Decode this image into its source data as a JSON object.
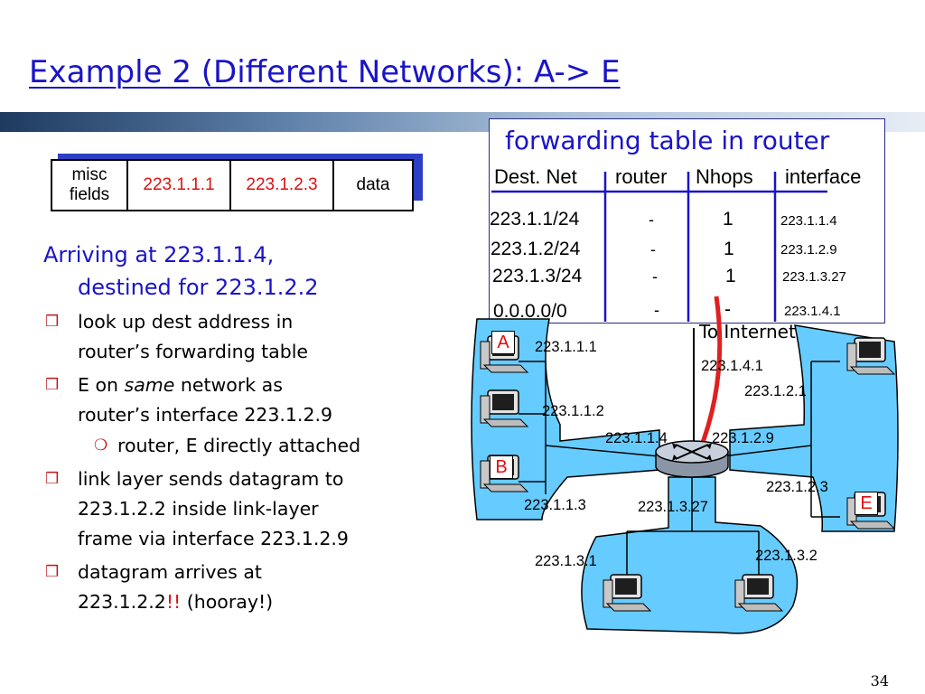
{
  "title": "Example 2 (Different Networks): A-> E",
  "datagram": {
    "misc_line1": "misc",
    "misc_line2": "fields",
    "source": "223.1.1.1",
    "dest": "223.1.2.3",
    "payload": "data"
  },
  "body": {
    "lead_line1": "Arriving at 223.1.1.4,",
    "lead_line2": "destined for 223.1.2.2",
    "bullet1_line1": "look up dest address in",
    "bullet1_line2": "router’s forwarding table",
    "bullet2_line1_a": "E on ",
    "bullet2_line1_em": "same",
    "bullet2_line1_b": " network as",
    "bullet2_line2": "router’s interface 223.1.2.9",
    "sub1": "router, E directly attached",
    "bullet3_line1": "link layer sends datagram to",
    "bullet3_line2": "223.1.2.2 inside link-layer",
    "bullet3_line3": "frame via interface 223.1.2.9",
    "bullet4_line1": "datagram arrives at",
    "bullet4_line2_a": "223.1.2.2",
    "bullet4_line2_bang": "!!",
    "bullet4_line2_b": " (hooray!)"
  },
  "forwarding_table": {
    "title": "forwarding table in router",
    "headers": {
      "dest_net": "Dest. Net",
      "router": "router",
      "nhops": "Nhops",
      "interface": "interface"
    },
    "rows": [
      {
        "dest": "223.1.1/24",
        "router": "-",
        "nhops": "1",
        "interface": "223.1.1.4"
      },
      {
        "dest": "223.1.2/24",
        "router": "-",
        "nhops": "1",
        "interface": "223.1.2.9"
      },
      {
        "dest": "223.1.3/24",
        "router": "-",
        "nhops": "1",
        "interface": "223.1.3.27"
      },
      {
        "dest": "0.0.0.0/0",
        "router": "-",
        "nhops": "-",
        "interface": "223.1.4.1"
      }
    ]
  },
  "network": {
    "host_a": "A",
    "host_b": "B",
    "host_e": "E",
    "to_internet": "To Internet",
    "addresses": {
      "a": "223.1.1.1",
      "h2": "223.1.1.2",
      "b": "223.1.1.3",
      "r1": "223.1.1.4",
      "r2": "223.1.2.9",
      "r3": "223.1.3.27",
      "r4": "223.1.4.1",
      "top_right": "223.1.2.1",
      "e": "223.1.2.3",
      "bl": "223.1.3.1",
      "br": "223.1.3.2"
    },
    "colors": {
      "lan": "#66ccff",
      "arrow": "#e02020",
      "accent": "#1a14c8"
    }
  },
  "page_number": "34"
}
